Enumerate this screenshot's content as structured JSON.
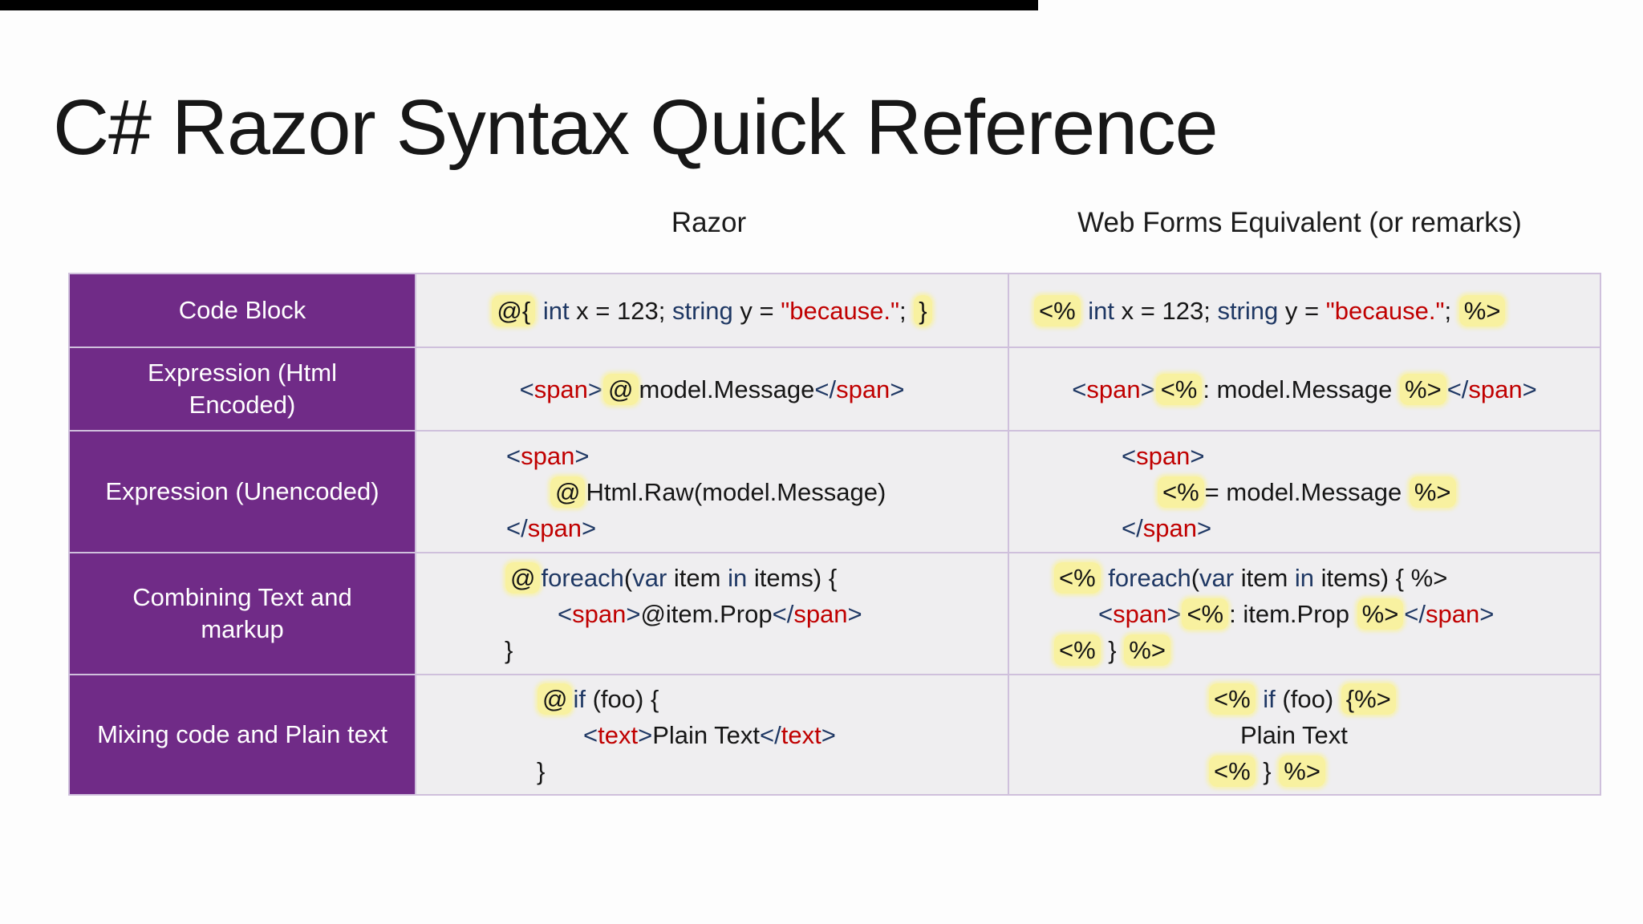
{
  "title": "C# Razor Syntax Quick Reference",
  "colors": {
    "row_label_purple": "#702b87",
    "highlight_yellow": "#f8f1a0",
    "keyword_navy": "#1f3864",
    "string_tag_red": "#c00000",
    "code_cell_bg": "#efeef0",
    "grid_line_lavender": "#cfc0dc",
    "top_bar_black": "#000000"
  },
  "table": {
    "col_headers": [
      "Razor",
      "Web Forms Equivalent (or remarks)"
    ],
    "rows": [
      {
        "label": "Code Block",
        "razor": {
          "align": "center",
          "lines": [
            {
              "ind": 0,
              "toks": [
                {
                  "t": "@{",
                  "c": "h"
                },
                {
                  "t": " ",
                  "c": "p"
                },
                {
                  "t": "int",
                  "c": "k"
                },
                {
                  "t": " x = 123; ",
                  "c": "p"
                },
                {
                  "t": "string",
                  "c": "k"
                },
                {
                  "t": " y = ",
                  "c": "p"
                },
                {
                  "t": "\"because.\"",
                  "c": "r"
                },
                {
                  "t": "; ",
                  "c": "p"
                },
                {
                  "t": "}",
                  "c": "h"
                }
              ]
            }
          ]
        },
        "webforms": {
          "align": "left",
          "pad": 30,
          "lines": [
            {
              "ind": 0,
              "toks": [
                {
                  "t": "<%",
                  "c": "h"
                },
                {
                  "t": " ",
                  "c": "p"
                },
                {
                  "t": "int",
                  "c": "k"
                },
                {
                  "t": " x = 123; ",
                  "c": "p"
                },
                {
                  "t": "string",
                  "c": "k"
                },
                {
                  "t": " y = ",
                  "c": "p"
                },
                {
                  "t": "\"because.\"",
                  "c": "r"
                },
                {
                  "t": "; ",
                  "c": "p"
                },
                {
                  "t": "%>",
                  "c": "h"
                }
              ]
            }
          ]
        }
      },
      {
        "label": "Expression (Html Encoded)",
        "razor": {
          "align": "center",
          "lines": [
            {
              "ind": 0,
              "toks": [
                {
                  "t": "<",
                  "c": "b"
                },
                {
                  "t": "span",
                  "c": "r"
                },
                {
                  "t": ">",
                  "c": "b"
                },
                {
                  "t": "@",
                  "c": "h"
                },
                {
                  "t": "model.Message",
                  "c": "p"
                },
                {
                  "t": "</",
                  "c": "b"
                },
                {
                  "t": "span",
                  "c": "r"
                },
                {
                  "t": ">",
                  "c": "b"
                }
              ]
            }
          ]
        },
        "webforms": {
          "align": "center",
          "lines": [
            {
              "ind": 0,
              "toks": [
                {
                  "t": "<",
                  "c": "b"
                },
                {
                  "t": "span",
                  "c": "r"
                },
                {
                  "t": ">",
                  "c": "b"
                },
                {
                  "t": "<%",
                  "c": "h"
                },
                {
                  "t": ": model.Message ",
                  "c": "p"
                },
                {
                  "t": "%>",
                  "c": "h"
                },
                {
                  "t": "</",
                  "c": "b"
                },
                {
                  "t": "span",
                  "c": "r"
                },
                {
                  "t": ">",
                  "c": "b"
                }
              ]
            }
          ]
        }
      },
      {
        "label": "Expression (Unencoded)",
        "razor": {
          "align": "left",
          "pad": 112,
          "lines": [
            {
              "ind": 0,
              "toks": [
                {
                  "t": "<",
                  "c": "b"
                },
                {
                  "t": "span",
                  "c": "r"
                },
                {
                  "t": ">",
                  "c": "b"
                }
              ]
            },
            {
              "ind": 54,
              "toks": [
                {
                  "t": "@",
                  "c": "h"
                },
                {
                  "t": "Html.Raw(model.Message)",
                  "c": "p"
                }
              ]
            },
            {
              "ind": 0,
              "toks": [
                {
                  "t": "</",
                  "c": "b"
                },
                {
                  "t": "span",
                  "c": "r"
                },
                {
                  "t": ">",
                  "c": "b"
                }
              ]
            }
          ]
        },
        "webforms": {
          "align": "left",
          "pad": 140,
          "lines": [
            {
              "ind": 0,
              "toks": [
                {
                  "t": "<",
                  "c": "b"
                },
                {
                  "t": "span",
                  "c": "r"
                },
                {
                  "t": ">",
                  "c": "b"
                }
              ]
            },
            {
              "ind": 44,
              "toks": [
                {
                  "t": "<%",
                  "c": "h"
                },
                {
                  "t": "= model.Message ",
                  "c": "p"
                },
                {
                  "t": "%>",
                  "c": "h"
                }
              ]
            },
            {
              "ind": 0,
              "toks": [
                {
                  "t": "</",
                  "c": "b"
                },
                {
                  "t": "span",
                  "c": "r"
                },
                {
                  "t": ">",
                  "c": "b"
                }
              ]
            }
          ]
        }
      },
      {
        "label": "Combining Text and markup",
        "razor": {
          "align": "left",
          "pad": 110,
          "lines": [
            {
              "ind": 0,
              "toks": [
                {
                  "t": "@",
                  "c": "h"
                },
                {
                  "t": "foreach",
                  "c": "k"
                },
                {
                  "t": "(",
                  "c": "p"
                },
                {
                  "t": "var",
                  "c": "k"
                },
                {
                  "t": " item ",
                  "c": "p"
                },
                {
                  "t": "in",
                  "c": "k"
                },
                {
                  "t": " items) {",
                  "c": "p"
                }
              ]
            },
            {
              "ind": 66,
              "toks": [
                {
                  "t": "<",
                  "c": "b"
                },
                {
                  "t": "span",
                  "c": "r"
                },
                {
                  "t": ">",
                  "c": "b"
                },
                {
                  "t": "@item.Prop",
                  "c": "p"
                },
                {
                  "t": "</",
                  "c": "b"
                },
                {
                  "t": "span",
                  "c": "r"
                },
                {
                  "t": ">",
                  "c": "b"
                }
              ]
            },
            {
              "ind": 0,
              "toks": [
                {
                  "t": "}",
                  "c": "p"
                }
              ]
            }
          ]
        },
        "webforms": {
          "align": "left",
          "pad": 55,
          "lines": [
            {
              "ind": 0,
              "toks": [
                {
                  "t": "<%",
                  "c": "h"
                },
                {
                  "t": " ",
                  "c": "p"
                },
                {
                  "t": "foreach",
                  "c": "k"
                },
                {
                  "t": "(",
                  "c": "p"
                },
                {
                  "t": "var",
                  "c": "k"
                },
                {
                  "t": " item ",
                  "c": "p"
                },
                {
                  "t": "in",
                  "c": "k"
                },
                {
                  "t": " items) { %>",
                  "c": "p"
                }
              ]
            },
            {
              "ind": 56,
              "toks": [
                {
                  "t": "<",
                  "c": "b"
                },
                {
                  "t": "span",
                  "c": "r"
                },
                {
                  "t": ">",
                  "c": "b"
                },
                {
                  "t": "<%",
                  "c": "h"
                },
                {
                  "t": ": item.Prop ",
                  "c": "p"
                },
                {
                  "t": "%>",
                  "c": "h"
                },
                {
                  "t": "</",
                  "c": "b"
                },
                {
                  "t": "span",
                  "c": "r"
                },
                {
                  "t": ">",
                  "c": "b"
                }
              ]
            },
            {
              "ind": 0,
              "toks": [
                {
                  "t": "<%",
                  "c": "h"
                },
                {
                  "t": " } ",
                  "c": "p"
                },
                {
                  "t": "%>",
                  "c": "h"
                }
              ]
            }
          ]
        }
      },
      {
        "label": "Mixing code and Plain text",
        "razor": {
          "align": "left",
          "pad": 150,
          "lines": [
            {
              "ind": 0,
              "toks": [
                {
                  "t": "@",
                  "c": "h"
                },
                {
                  "t": "if",
                  "c": "k"
                },
                {
                  "t": " (foo) {",
                  "c": "p"
                }
              ]
            },
            {
              "ind": 58,
              "toks": [
                {
                  "t": "<",
                  "c": "b"
                },
                {
                  "t": "text",
                  "c": "r"
                },
                {
                  "t": ">",
                  "c": "b"
                },
                {
                  "t": "Plain Text",
                  "c": "p"
                },
                {
                  "t": "</",
                  "c": "b"
                },
                {
                  "t": "text",
                  "c": "r"
                },
                {
                  "t": ">",
                  "c": "b"
                }
              ]
            },
            {
              "ind": 0,
              "toks": [
                {
                  "t": "}",
                  "c": "p"
                }
              ]
            }
          ]
        },
        "webforms": {
          "align": "left",
          "pad": 248,
          "lines": [
            {
              "ind": 0,
              "toks": [
                {
                  "t": "<%",
                  "c": "h"
                },
                {
                  "t": " ",
                  "c": "p"
                },
                {
                  "t": "if",
                  "c": "k"
                },
                {
                  "t": " (foo) ",
                  "c": "p"
                },
                {
                  "t": "{%>",
                  "c": "h"
                }
              ]
            },
            {
              "ind": 40,
              "toks": [
                {
                  "t": "Plain Text",
                  "c": "p"
                }
              ]
            },
            {
              "ind": 0,
              "toks": [
                {
                  "t": "<%",
                  "c": "h"
                },
                {
                  "t": " } ",
                  "c": "p"
                },
                {
                  "t": "%>",
                  "c": "h"
                }
              ]
            }
          ]
        }
      }
    ]
  }
}
